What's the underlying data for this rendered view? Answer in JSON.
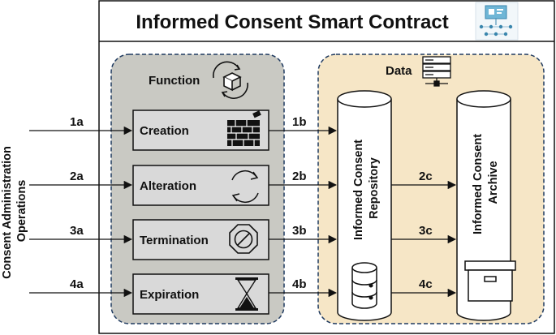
{
  "title": "Informed Consent Smart Contract",
  "side_label": [
    "Consent Administration",
    "Operations"
  ],
  "function_panel": {
    "label": "Function"
  },
  "data_panel": {
    "label": "Data"
  },
  "functions": [
    "Creation",
    "Alteration",
    "Termination",
    "Expiration"
  ],
  "inputs": [
    "1a",
    "2a",
    "3a",
    "4a"
  ],
  "outputs": [
    "1b",
    "2b",
    "3b",
    "4b"
  ],
  "transfers": [
    "2c",
    "3c",
    "4c"
  ],
  "repository": [
    "Informed Consent",
    "Repository"
  ],
  "archive": [
    "Informed Consent",
    "Archive"
  ],
  "icons": {
    "creation": "brick-wall-icon",
    "alteration": "refresh-cycle-icon",
    "termination": "stop-sign-icon",
    "expiration": "hourglass-icon",
    "function": "package-cycle-icon",
    "data": "server-network-icon",
    "repository": "database-icon",
    "archive": "archive-box-icon",
    "logo": "smart-contract-logo-icon"
  },
  "colors": {
    "function_bg": "#c9c9c3",
    "data_bg": "#f6e6c6",
    "border_dash": "#1f3a60",
    "box_fill": "#d9d9d9"
  }
}
